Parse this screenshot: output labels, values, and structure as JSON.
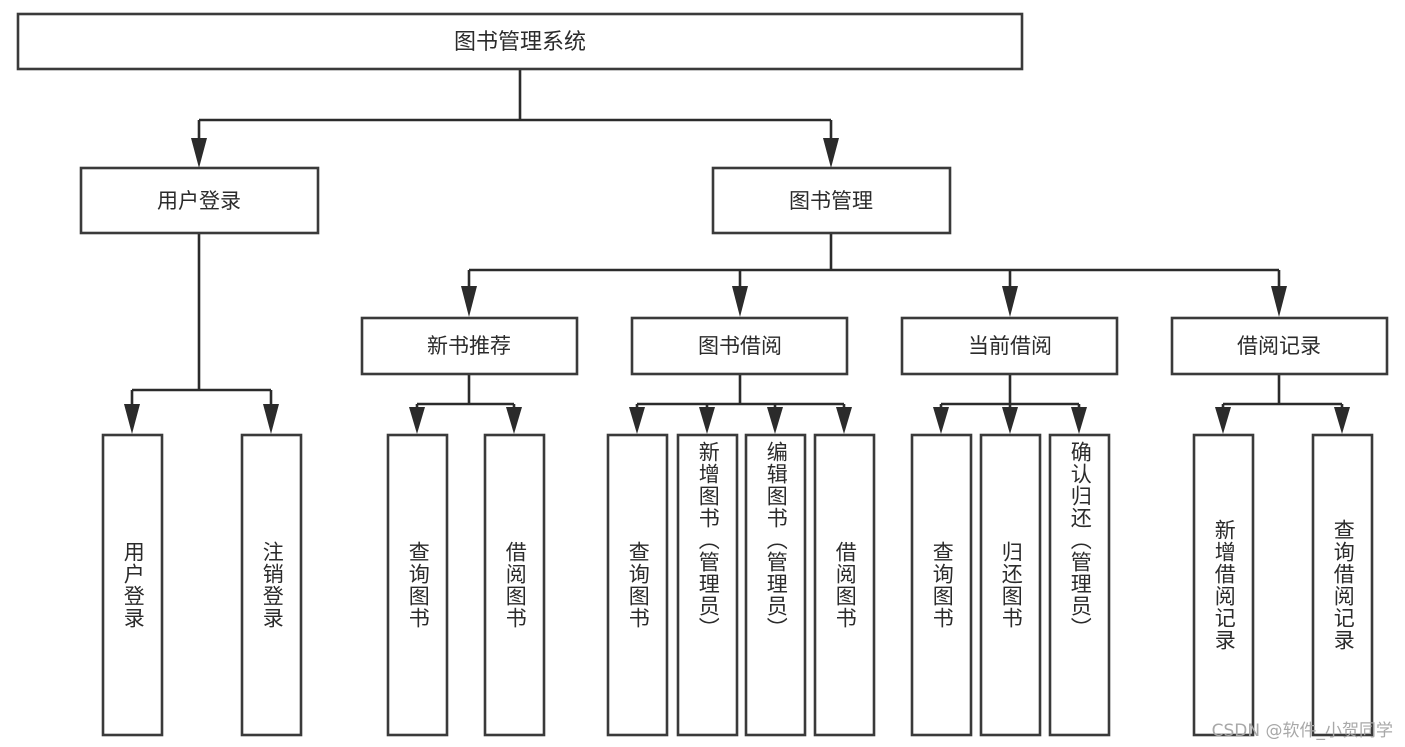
{
  "diagram": {
    "title": "图书管理系统",
    "type": "tree",
    "orientation": "top-down",
    "background_color": "#ffffff",
    "box_stroke_color": "#3a3a3a",
    "connector_color": "#2b2b2b",
    "text_color": "#2b2b2b",
    "root": {
      "id": "root",
      "label": "图书管理系统",
      "level": 0
    },
    "level1": [
      {
        "id": "user-login",
        "label": "用户登录",
        "level": 1
      },
      {
        "id": "book-management",
        "label": "图书管理",
        "level": 1
      }
    ],
    "level2": [
      {
        "id": "new-book-recommend",
        "label": "新书推荐",
        "level": 2,
        "parent": "book-management"
      },
      {
        "id": "book-borrow",
        "label": "图书借阅",
        "level": 2,
        "parent": "book-management"
      },
      {
        "id": "current-borrow",
        "label": "当前借阅",
        "level": 2,
        "parent": "book-management"
      },
      {
        "id": "borrow-record",
        "label": "借阅记录",
        "level": 2,
        "parent": "book-management"
      }
    ],
    "leaves": [
      {
        "id": "leaf-user-login",
        "label": "用户登录",
        "parent": "user-login"
      },
      {
        "id": "leaf-logout-login",
        "label": "注销登录",
        "parent": "user-login"
      },
      {
        "id": "leaf-query-book-1",
        "label": "查询图书",
        "parent": "new-book-recommend"
      },
      {
        "id": "leaf-borrow-book-1",
        "label": "借阅图书",
        "parent": "new-book-recommend"
      },
      {
        "id": "leaf-query-book-2",
        "label": "查询图书",
        "parent": "book-borrow"
      },
      {
        "id": "leaf-add-book",
        "label": "新增图书（管理员）",
        "parent": "book-borrow"
      },
      {
        "id": "leaf-edit-book",
        "label": "编辑图书（管理员）",
        "parent": "book-borrow"
      },
      {
        "id": "leaf-borrow-book-2",
        "label": "借阅图书",
        "parent": "book-borrow"
      },
      {
        "id": "leaf-query-book-3",
        "label": "查询图书",
        "parent": "current-borrow"
      },
      {
        "id": "leaf-return-book",
        "label": "归还图书",
        "parent": "current-borrow"
      },
      {
        "id": "leaf-confirm-return",
        "label": "确认归还（管理员）",
        "parent": "current-borrow"
      },
      {
        "id": "leaf-add-record",
        "label": "新增借阅记录",
        "parent": "borrow-record"
      },
      {
        "id": "leaf-query-record",
        "label": "查询借阅记录",
        "parent": "borrow-record"
      }
    ]
  },
  "watermark": {
    "text": "CSDN @软件_小贺同学"
  }
}
